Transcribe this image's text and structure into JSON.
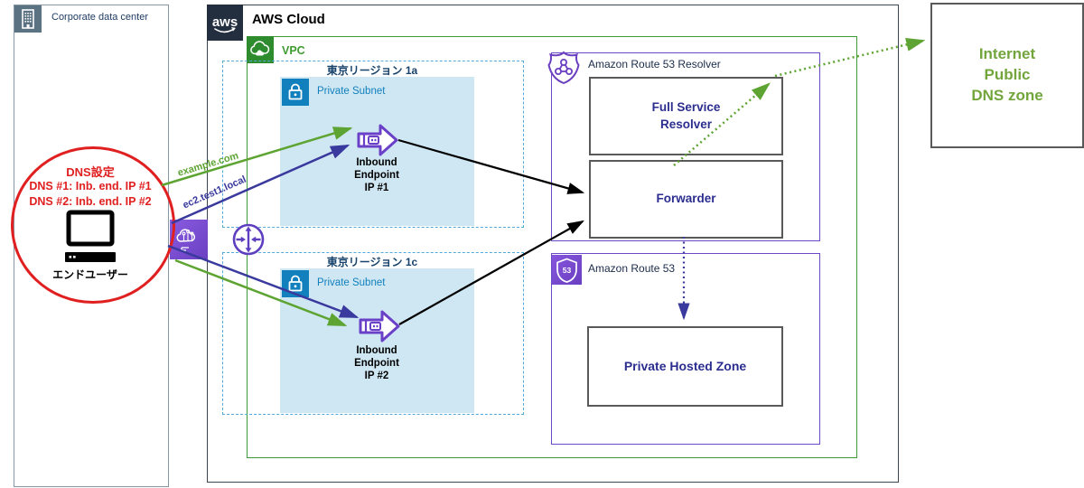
{
  "corporate": {
    "label": "Corporate data center"
  },
  "dns_settings": {
    "title": "DNS設定",
    "lines": [
      "DNS #1: Inb. end. IP #1",
      "DNS #2: Inb. end. IP #2"
    ],
    "user": "エンドユーザー"
  },
  "aws": {
    "logo": "aws",
    "label": "AWS Cloud"
  },
  "vpc": {
    "label": "VPC"
  },
  "subnets": [
    {
      "region": "東京リージョン 1a",
      "name": "Private Subnet",
      "endpoint": "Inbound\nEndpoint\nIP #1"
    },
    {
      "region": "東京リージョン 1c",
      "name": "Private Subnet",
      "endpoint": "Inbound\nEndpoint\nIP #2"
    }
  ],
  "resolver": {
    "label": "Amazon Route 53 Resolver",
    "full_service": "Full Service\nResolver",
    "forwarder": "Forwarder"
  },
  "route53": {
    "label": "Amazon Route 53",
    "badge": "53",
    "private_hosted_zone": "Private Hosted Zone"
  },
  "internet": {
    "label": "Internet\nPublic\nDNS zone"
  },
  "query_labels": {
    "public": "example.com",
    "private": "ec2.test1.local"
  },
  "colors": {
    "red": "#e02020",
    "arrow_green": "#5ea432",
    "arrow_indigo": "#39399e",
    "purple": "#6b45c9",
    "subnet_blue": "#1180bd",
    "vpc_green": "#3d9c35",
    "internet_green": "#72a53c"
  }
}
